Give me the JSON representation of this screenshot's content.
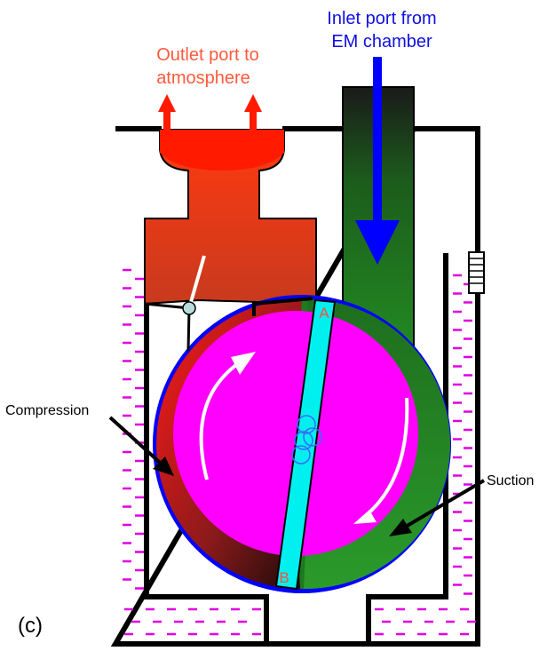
{
  "labels": {
    "inlet_line1": "Inlet port from",
    "inlet_line2": "EM chamber",
    "outlet_line1": "Outlet port to",
    "outlet_line2": "atmosphere",
    "compression": "Compression",
    "suction": "Suction",
    "vane_top": "A",
    "vane_bottom": "B",
    "panel": "(c)"
  },
  "colors": {
    "inlet_text": "#1010e0",
    "outlet_text": "#ff5a3c",
    "inlet_arrow": "#0000ff",
    "inlet_channel": "#1e7a1e",
    "outlet_block": "#ff3a1a",
    "rotor": "#ff00ff",
    "vane": "#00f0f0",
    "housing_outline": "#0000ff",
    "oil_marks": "#e000e0",
    "flow_arrows": "#ffffff",
    "casing": "#000000"
  }
}
